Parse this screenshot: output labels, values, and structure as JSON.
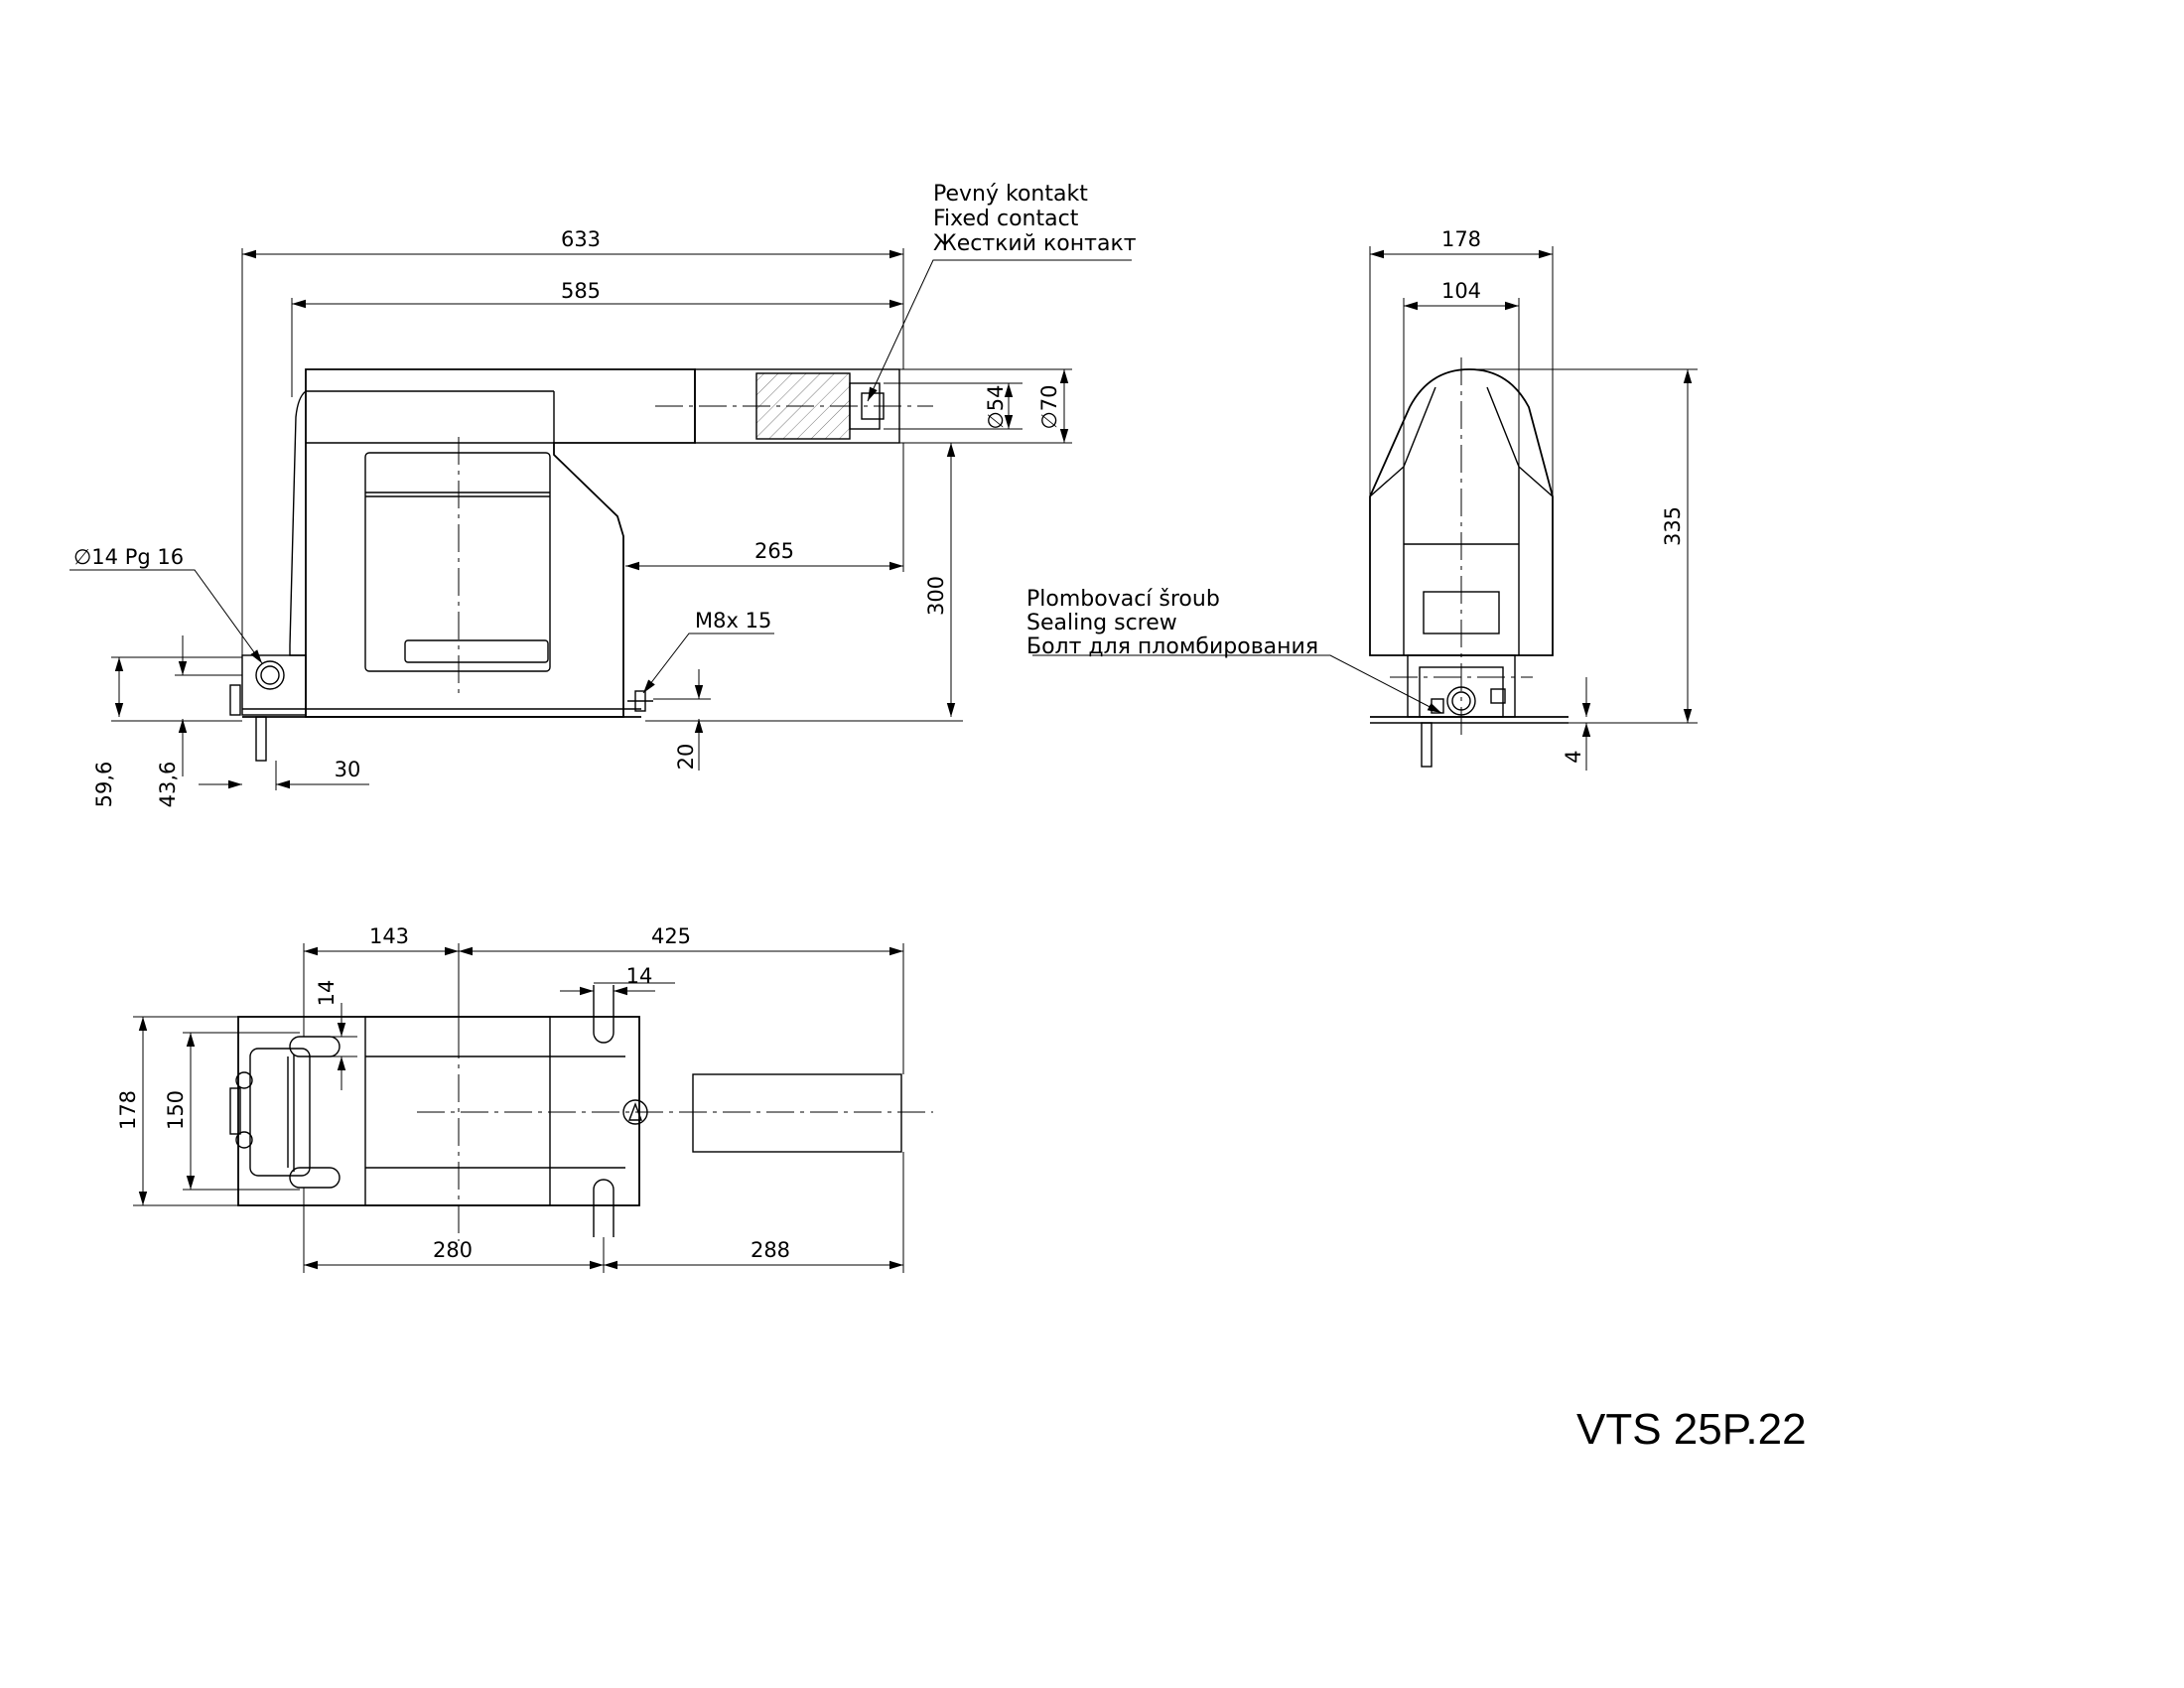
{
  "model_code": "VTS 25P.22",
  "notes": {
    "fixed_contact": [
      "Pevný kontakt",
      "Fixed contact",
      "Жесткий контакт"
    ],
    "sealing_screw": [
      "Plombovací šroub",
      "Sealing screw",
      "Болт для пломбирования"
    ]
  },
  "dimensions": {
    "side_view": {
      "overall_length": "633",
      "body_length": "585",
      "contact_offset": "265",
      "height": "300",
      "dia_inner": "∅54",
      "dia_outer": "∅70",
      "gland": "∅14 Pg 16",
      "earth_bolt": "M8x 15",
      "bolt_height": "20",
      "gland_height_1": "59,6",
      "gland_height_2": "43,6",
      "gland_offset": "30"
    },
    "front_view": {
      "width": "178",
      "inner_width": "104",
      "height": "335",
      "base_thickness": "4"
    },
    "top_view": {
      "dim_143": "143",
      "dim_425": "425",
      "slot_width": "14",
      "slot_width_2": "14",
      "width": "178",
      "hole_spacing": "150",
      "dim_280": "280",
      "dim_288": "288"
    }
  }
}
